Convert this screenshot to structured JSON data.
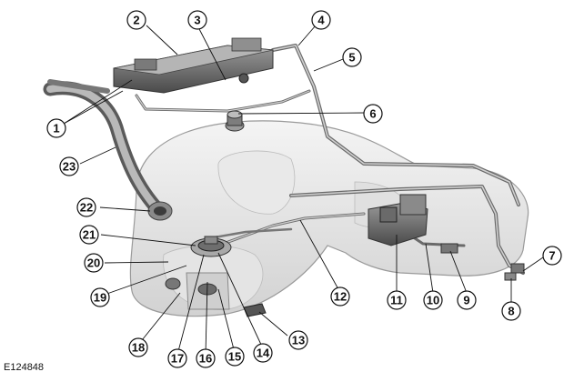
{
  "figure": {
    "id": "E124848",
    "callouts": [
      {
        "num": "1"
      },
      {
        "num": "2"
      },
      {
        "num": "3"
      },
      {
        "num": "4"
      },
      {
        "num": "5"
      },
      {
        "num": "6"
      },
      {
        "num": "7"
      },
      {
        "num": "8"
      },
      {
        "num": "9"
      },
      {
        "num": "10"
      },
      {
        "num": "11"
      },
      {
        "num": "12"
      },
      {
        "num": "13"
      },
      {
        "num": "14"
      },
      {
        "num": "15"
      },
      {
        "num": "16"
      },
      {
        "num": "17"
      },
      {
        "num": "18"
      },
      {
        "num": "19"
      },
      {
        "num": "20"
      },
      {
        "num": "21"
      },
      {
        "num": "22"
      },
      {
        "num": "23"
      }
    ]
  }
}
